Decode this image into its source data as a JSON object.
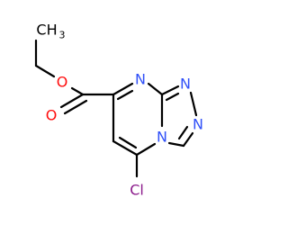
{
  "molecule": {
    "atoms": {
      "ch3": {
        "label": "CH",
        "subscript": "3",
        "color": "#000000"
      },
      "ester_o": {
        "label": "O",
        "color": "#ff0d0d"
      },
      "carbonyl_o": {
        "label": "O",
        "color": "#ff0d0d"
      },
      "n_pyrimidine": {
        "label": "N",
        "color": "#3050f8"
      },
      "n_triazole_1": {
        "label": "N",
        "color": "#3050f8"
      },
      "n_triazole_2": {
        "label": "N",
        "color": "#3050f8"
      },
      "n_bridgehead": {
        "label": "N",
        "color": "#3050f8"
      },
      "cl": {
        "label": "Cl",
        "color": "#1ff01f"
      }
    },
    "colors": {
      "bond": "#000000",
      "oxygen": "#ff0d0d",
      "nitrogen": "#3050f8",
      "chlorine": "#1ff01f",
      "chlorine_label": "#8b1a8b"
    }
  }
}
